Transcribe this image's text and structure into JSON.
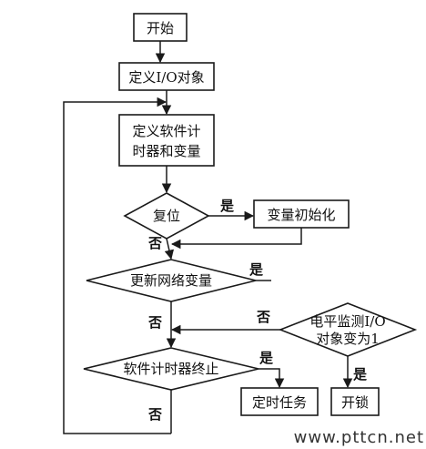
{
  "nodes": {
    "start": "开始",
    "define_io": "定义I/O对象",
    "define_timer_line1": "定义软件计",
    "define_timer_line2": "时器和变量",
    "reset": "复位",
    "init_vars": "变量初始化",
    "update_net": "更新网络变量",
    "level_monitor_line1": "电平监测I/O",
    "level_monitor_line2": "对象变为1",
    "timer_end": "软件计时器终止",
    "timed_task": "定时任务",
    "unlock": "开锁"
  },
  "edges": {
    "reset_yes": "是",
    "reset_no": "否",
    "update_yes": "是",
    "update_no": "否",
    "level_no": "否",
    "level_yes": "是",
    "timer_yes": "是",
    "timer_no": "否"
  },
  "watermark": "www.pttcn.net"
}
